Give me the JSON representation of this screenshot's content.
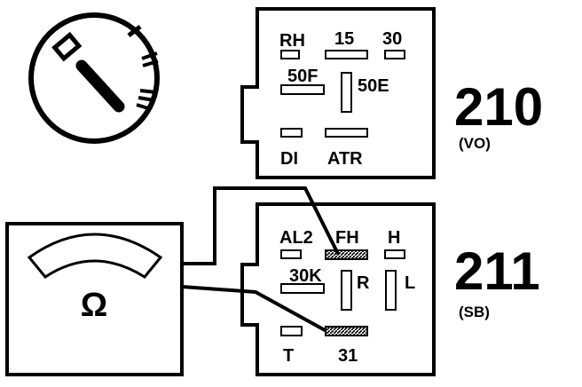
{
  "connector_top": {
    "labels": {
      "rh": "RH",
      "p15": "15",
      "p30": "30",
      "p50f": "50F",
      "p50e": "50E",
      "di": "DI",
      "atr": "ATR"
    }
  },
  "connector_bottom": {
    "labels": {
      "al2": "AL2",
      "fh": "FH",
      "h": "H",
      "k30": "30K",
      "r": "R",
      "l": "L",
      "t": "T",
      "p31": "31"
    }
  },
  "relays": {
    "top": {
      "number": "210",
      "code": "(VO)"
    },
    "bottom": {
      "number": "211",
      "code": "(SB)"
    }
  },
  "meter": {
    "symbol": "Ω"
  }
}
